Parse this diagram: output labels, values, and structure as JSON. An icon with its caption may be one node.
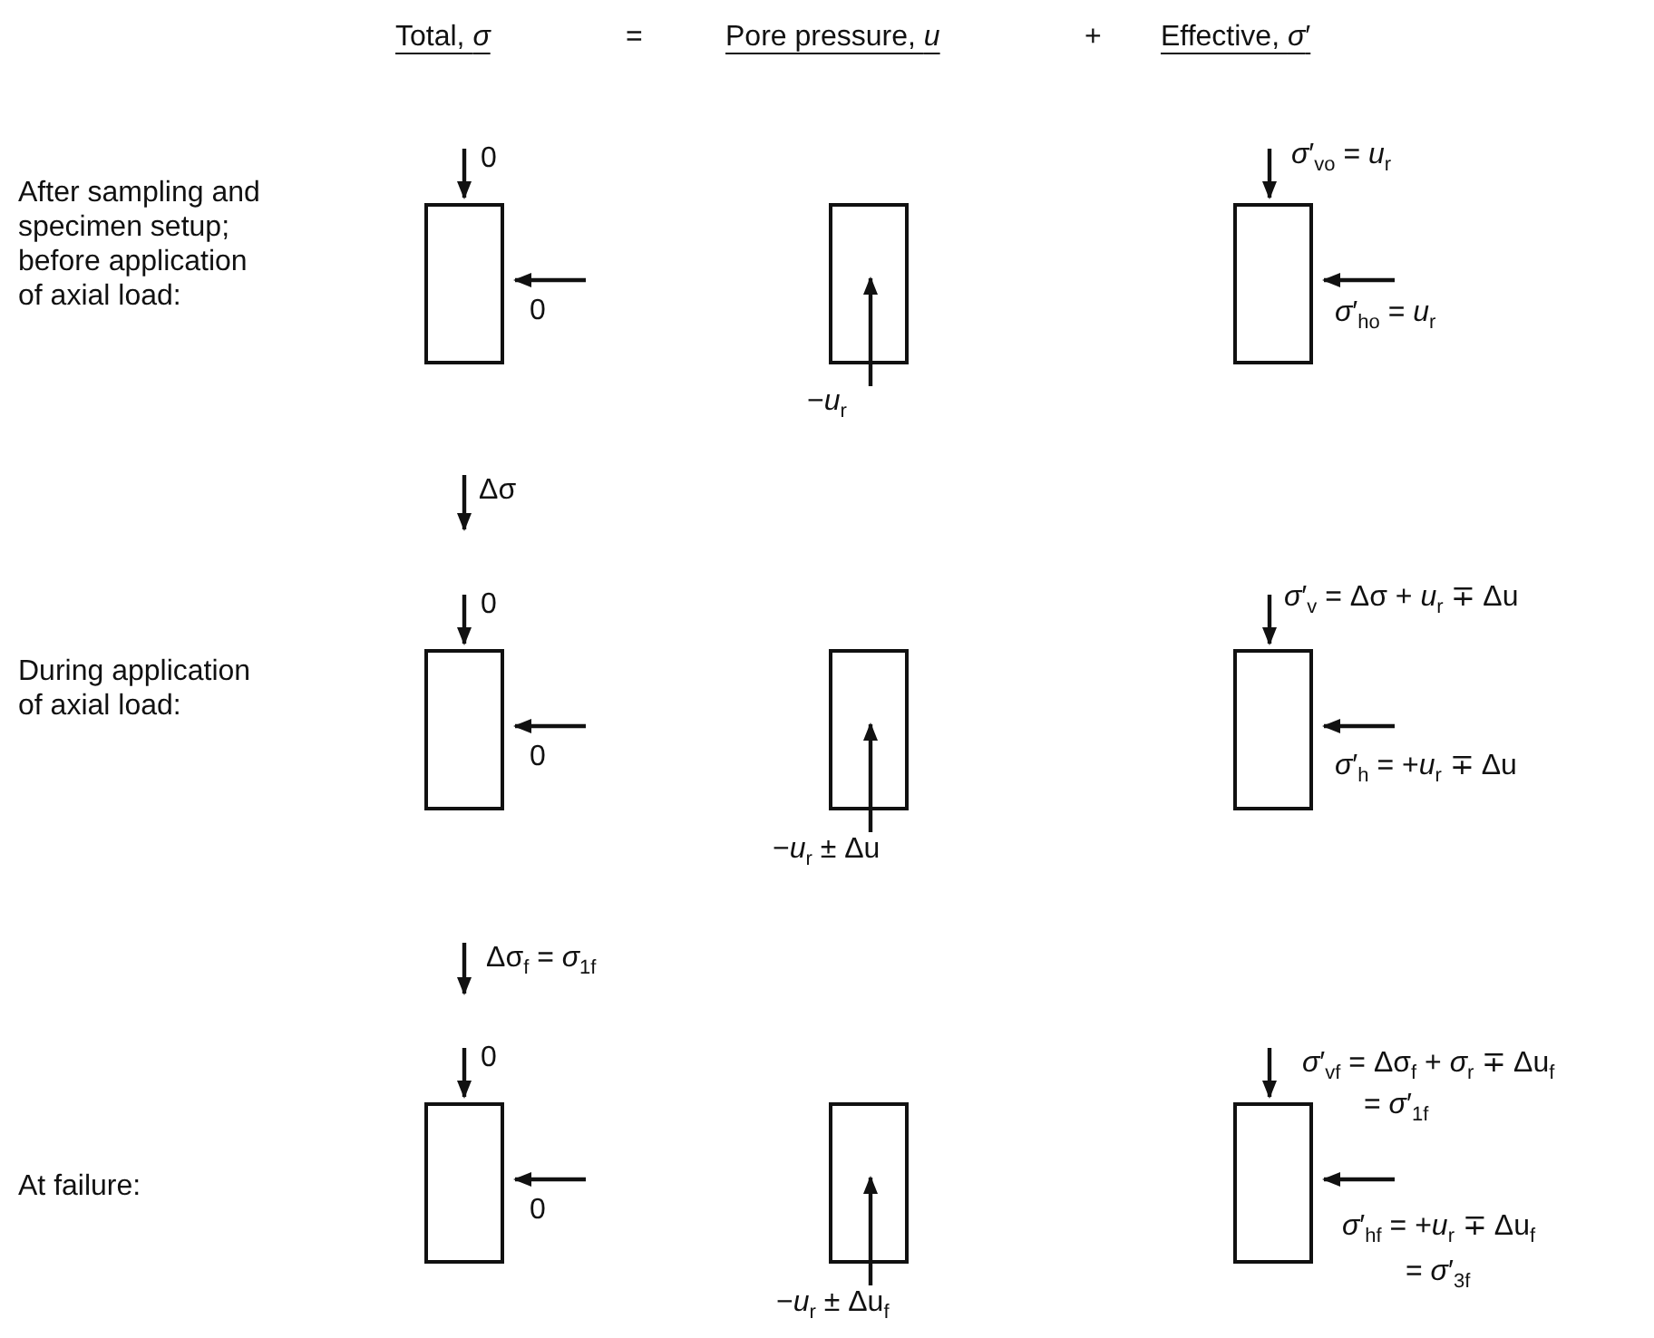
{
  "diagram": {
    "nodes": [
      {
        "text": [],
        "shape": "box",
        "beside": [
          "0",
          "0"
        ]
      },
      {
        "text": [],
        "shape": "box",
        "beside": [
          "−*u*$_{r}$"
        ]
      },
      {
        "text": [],
        "shape": "box",
        "beside": [
          "*σ*′$_{vo}$ = *u*$_{r}$",
          "*σ*′$_{ho}$ = *u*$_{r}$"
        ]
      },
      {
        "text": [],
        "shape": "box",
        "beside": [
          "0",
          "0"
        ]
      },
      {
        "text": [],
        "shape": "box",
        "beside": [
          "−*u*$_{r}$ ± Δu"
        ]
      },
      {
        "text": [],
        "shape": "box",
        "beside": [
          "*σ*′$_{v}$ = Δσ + *u*$_{r}$ ∓ Δu",
          "*σ*′$_{h}$ = +*u*$_{r}$ ∓ Δu"
        ]
      },
      {
        "text": [],
        "shape": "box",
        "beside": [
          "0",
          "0"
        ]
      },
      {
        "text": [],
        "shape": "box",
        "beside": [
          "−*u*$_{r}$ ± Δu$_{f}$"
        ]
      },
      {
        "text": [],
        "shape": "box",
        "beside": [
          "*σ*′$_{vf}$ = Δσ$_{f}$ + *σ*$_{r}$ ∓ Δu$_{f}$",
          "= *σ*′$_{1f}$",
          "*σ*′$_{hf}$ = +*u*$_{r}$ ∓ Δu$_{f}$",
          "= *σ*′$_{3f}$"
        ]
      }
    ],
    "labels": [
      "Total, *σ*",
      "=",
      "Pore pressure, *u*",
      "+",
      "Effective, *σ*′",
      "After sampling and specimen setup; before application of axial load:",
      "Δσ",
      "During application of axial load:",
      "Δσ$_{f}$ = *σ*$_{1f}$",
      "At failure:"
    ]
  }
}
